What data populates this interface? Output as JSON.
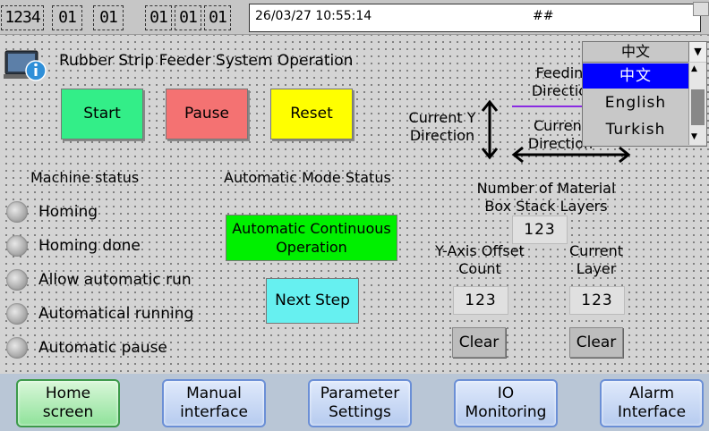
{
  "topbar": {
    "fields": [
      "1234",
      "01",
      "01",
      "01",
      "01",
      "01"
    ],
    "datetime": "26/03/27  10:55:14",
    "status": "##"
  },
  "header": {
    "title": "Rubber Strip Feeder System Operation",
    "icon": "info-icon"
  },
  "controls": {
    "start": "Start",
    "pause": "Pause",
    "reset": "Reset",
    "next_step": "Next Step"
  },
  "machine_status": {
    "heading": "Machine status",
    "items": [
      "Homing",
      "Homing done",
      "Allow automatic run",
      "Automatical running",
      "Automatic pause"
    ]
  },
  "auto_mode": {
    "heading": "Automatic Mode Status",
    "value": "Automatic Continuous Operation"
  },
  "directions": {
    "current_y": "Current Y Direction",
    "feeding": "Feeding Direction",
    "current": "Current Direction"
  },
  "material": {
    "stack_label": "Number of Material Box Stack Layers",
    "stack_value": "123",
    "y_offset_label": "Y-Axis Offset Count",
    "y_offset_value": "123",
    "layer_label": "Current Layer",
    "layer_value": "123",
    "clear_label": "Clear"
  },
  "language": {
    "selected": "中文",
    "options": [
      "中文",
      "English",
      "Turkish"
    ],
    "highlighted": "中文"
  },
  "nav": [
    "Home screen",
    "Manual interface",
    "Parameter Settings",
    "IO Monitoring",
    "Alarm Interface"
  ],
  "colors": {
    "start": "#33ee88",
    "pause": "#f47272",
    "reset": "#ffff00",
    "auto": "#00f000",
    "next": "#66f0f0",
    "highlight": "#0000ff"
  }
}
